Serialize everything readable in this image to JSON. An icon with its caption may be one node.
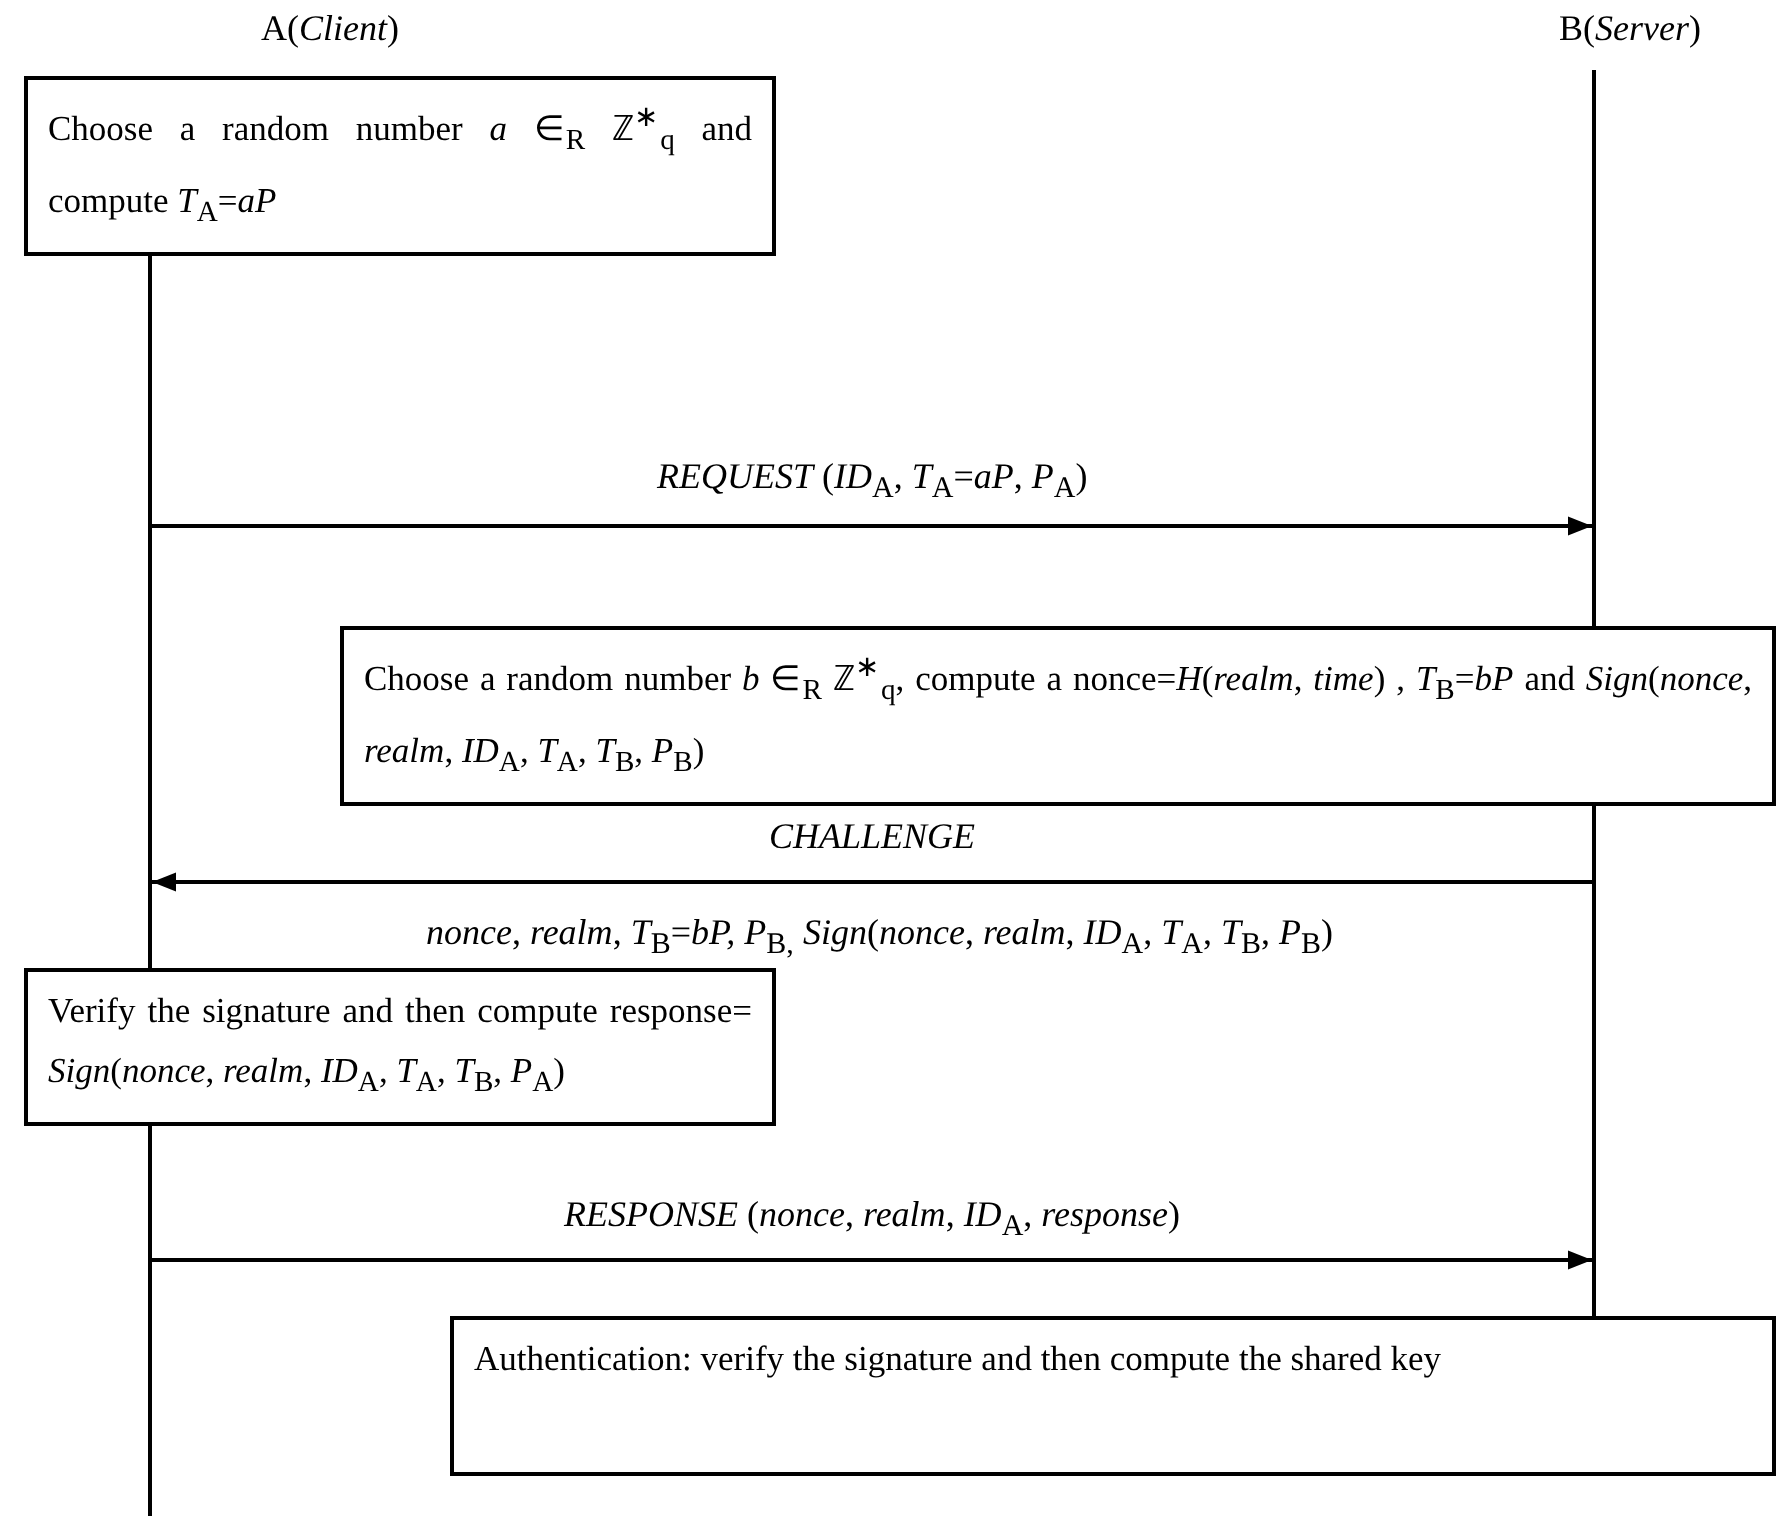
{
  "diagram": {
    "nodes": [
      {
        "text": [
          "A(*Client*)"
        ]
      },
      {
        "text": [
          "B(*Server*)"
        ]
      },
      {
        "text": [
          "Choose a random number *a* ∈$_{R}$ ℤ$^{∗}$$_{q}$ and compute *T*$_{A}$=*aP*"
        ]
      },
      {
        "text": [
          "Choose a random number *b* ∈$_{R}$ ℤ$^{∗}$$_{q}$, compute a nonce=*H*(*realm*, *time*) , *T*$_{B}$=*bP* and *Sign*(*nonce*, *realm*, *ID*$_{A}$, *T*$_{A}$, *T*$_{B}$, *P*$_{B}$)"
        ]
      },
      {
        "text": [
          "Verify the signature and then compute response= *Sign*(*nonce*, *realm*, *ID*$_{A}$, *T*$_{A}$, *T*$_{B}$, *P*$_{A}$)"
        ]
      },
      {
        "text": [
          "Authentication: verify the signature and then compute the shared key"
        ]
      },
      {
        "text": [],
        "shape": "bar"
      },
      {
        "text": [],
        "shape": "bar"
      },
      {
        "text": [],
        "shape": "bar"
      },
      {
        "text": [],
        "shape": "bar"
      }
    ],
    "edges": [
      {
        "from": 6,
        "to": 7,
        "arrow": "to",
        "label": "*REQUEST* (*ID*$_{A}$, *T*$_{A}$=*aP*, *P*$_{A}$)"
      },
      {
        "from": 8,
        "to": 6,
        "arrow": "to",
        "label": "*CHALLENGE*"
      },
      {
        "from": 9,
        "to": 8,
        "arrow": "to",
        "label": "*RESPONSE* (*nonce*, *realm*, *ID*$_{A}$, *response*)"
      }
    ],
    "labels": [
      "*nonce*, *realm*, *T*$_{B}$=*bP, P*$_{B,}$ *Sign*(*nonce*, *realm*, *ID*$_{A}$, *T*$_{A}$, *T*$_{B}$, *P*$_{B}$)"
    ]
  }
}
